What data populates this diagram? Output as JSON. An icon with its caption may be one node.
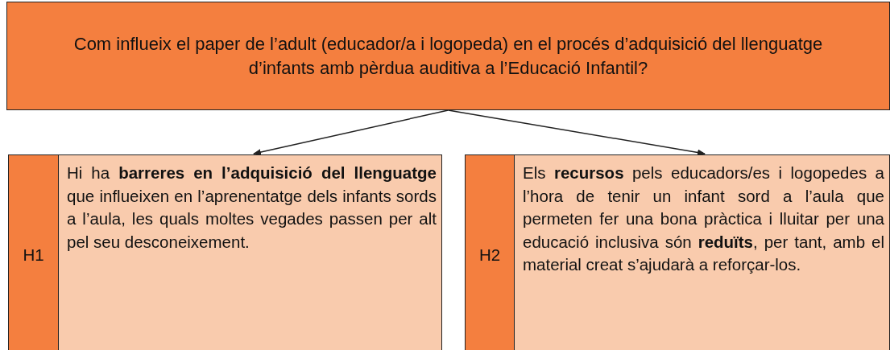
{
  "diagram": {
    "nodes": [
      {
        "text": [
          "Com influeix el paper de l’adult (educador/a i logopeda) en el procés d’adquisició del llenguatge d’infants amb pèrdua auditiva a l’Educació Infantil?"
        ]
      },
      {
        "text": [
          "H1"
        ]
      },
      {
        "text": [
          "Hi ha **barreres en l’adquisició del llenguatge** que influeixen en l’aprenentatge dels infants sords a l’aula, les quals moltes vegades passen per alt pel seu desconeixement."
        ]
      },
      {
        "text": [
          "H2"
        ]
      },
      {
        "text": [
          "Els **recursos** pels educadors/es i logopedes a l’hora de tenir un infant sord a l’aula que permeten fer una bona pràctica i lluitar per una educació inclusiva són **reduïts**, per tant, amb el material creat s’ajudarà a reforçar-los."
        ]
      }
    ],
    "edges": [
      {
        "from": 0,
        "to": 2,
        "arrow": "to"
      },
      {
        "from": 0,
        "to": 4,
        "arrow": "to"
      }
    ]
  }
}
